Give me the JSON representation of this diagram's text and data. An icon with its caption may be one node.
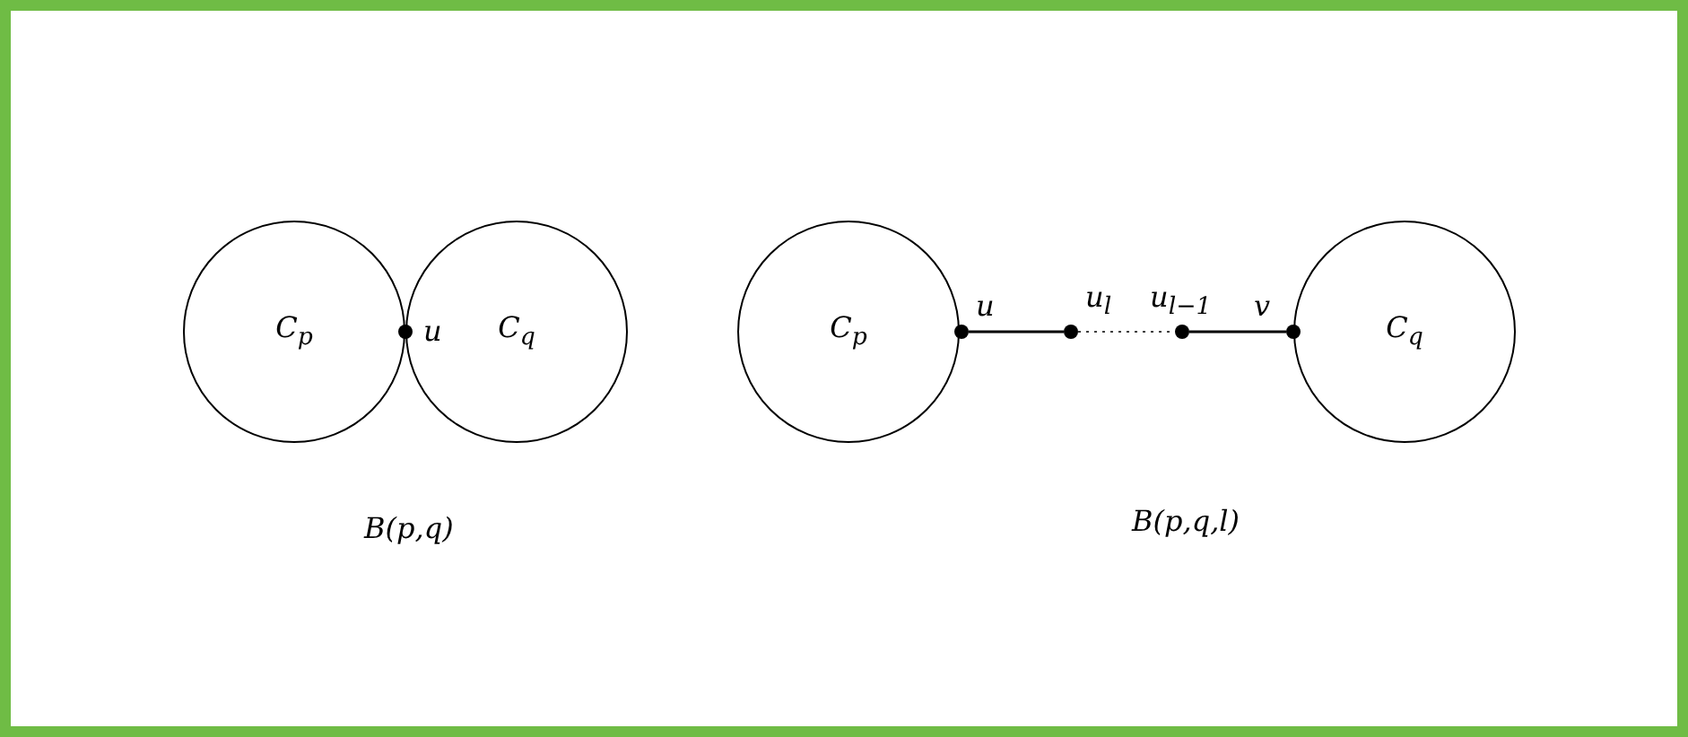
{
  "diagram": {
    "nodes": [
      {
        "text": [
          "C$_{p}$"
        ]
      },
      {
        "text": [
          "C$_{q}$"
        ]
      },
      {
        "text": [],
        "shape": "circle",
        "beside": [
          "u"
        ]
      },
      {
        "text": [
          "C$_{p}$"
        ]
      },
      {
        "text": [
          "C$_{q}$"
        ]
      },
      {
        "text": [],
        "shape": "circle",
        "beside": [
          "u"
        ]
      },
      {
        "text": [],
        "shape": "circle",
        "beside": [
          "u$_{l}$"
        ]
      },
      {
        "text": [],
        "shape": "circle",
        "beside": [
          "u$_{l−1}$"
        ]
      },
      {
        "text": [],
        "shape": "circle",
        "beside": [
          "v"
        ]
      }
    ],
    "edges": [
      {
        "from": 5,
        "to": 6,
        "arrow": "none"
      },
      {
        "from": 6,
        "to": 7,
        "arrow": "none",
        "style": "dashed"
      },
      {
        "from": 7,
        "to": 8,
        "arrow": "none"
      }
    ],
    "labels": [
      "B(p,q)",
      "B(p,q,l)"
    ]
  }
}
